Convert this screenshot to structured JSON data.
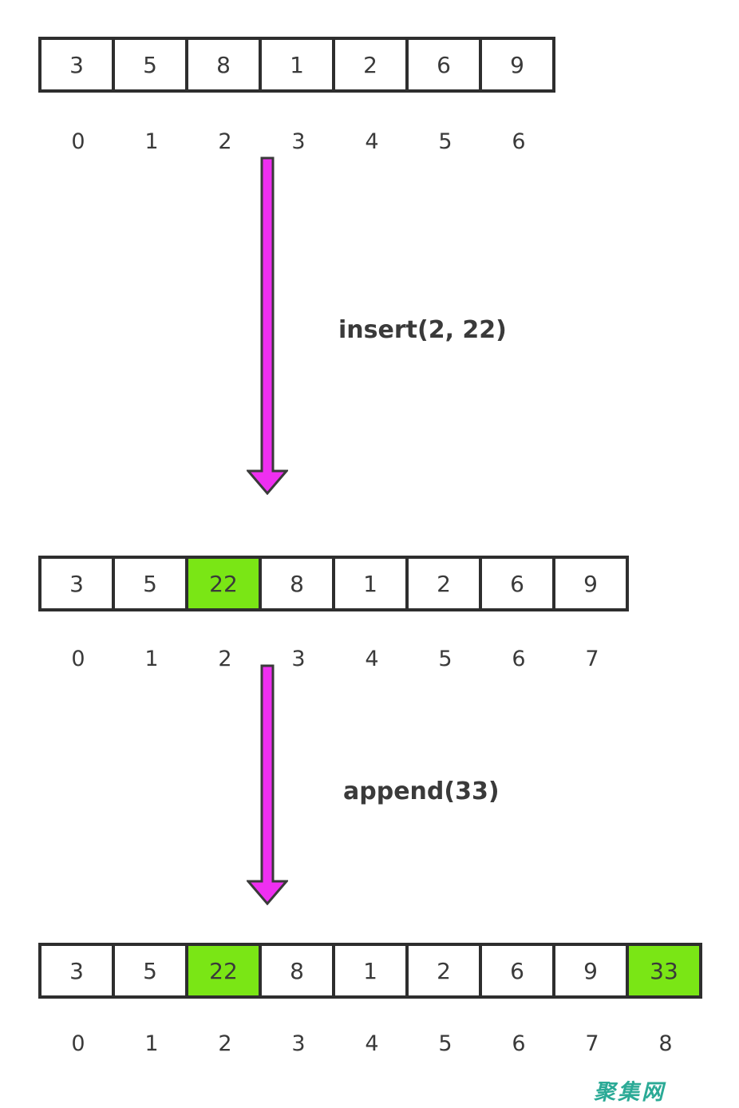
{
  "colors": {
    "border": "#2e2e2e",
    "text": "#3a3a3a",
    "cell_bg": "#ffffff",
    "highlight_green": "#7ae615",
    "arrow_fill": "#ee2ff0",
    "arrow_outline": "#3a3a3a",
    "watermark": "#2baa96"
  },
  "arrays": [
    {
      "cells": [
        {
          "value": "3",
          "highlight": false
        },
        {
          "value": "5",
          "highlight": false
        },
        {
          "value": "8",
          "highlight": false
        },
        {
          "value": "1",
          "highlight": false
        },
        {
          "value": "2",
          "highlight": false
        },
        {
          "value": "6",
          "highlight": false
        },
        {
          "value": "9",
          "highlight": false
        }
      ],
      "indices": [
        "0",
        "1",
        "2",
        "3",
        "4",
        "5",
        "6"
      ]
    },
    {
      "cells": [
        {
          "value": "3",
          "highlight": false
        },
        {
          "value": "5",
          "highlight": false
        },
        {
          "value": "22",
          "highlight": true
        },
        {
          "value": "8",
          "highlight": false
        },
        {
          "value": "1",
          "highlight": false
        },
        {
          "value": "2",
          "highlight": false
        },
        {
          "value": "6",
          "highlight": false
        },
        {
          "value": "9",
          "highlight": false
        }
      ],
      "indices": [
        "0",
        "1",
        "2",
        "3",
        "4",
        "5",
        "6",
        "7"
      ]
    },
    {
      "cells": [
        {
          "value": "3",
          "highlight": false
        },
        {
          "value": "5",
          "highlight": false
        },
        {
          "value": "22",
          "highlight": true
        },
        {
          "value": "8",
          "highlight": false
        },
        {
          "value": "1",
          "highlight": false
        },
        {
          "value": "2",
          "highlight": false
        },
        {
          "value": "6",
          "highlight": false
        },
        {
          "value": "9",
          "highlight": false
        },
        {
          "value": "33",
          "highlight": true
        }
      ],
      "indices": [
        "0",
        "1",
        "2",
        "3",
        "4",
        "5",
        "6",
        "7",
        "8"
      ]
    }
  ],
  "operations": [
    {
      "label": "insert(2, 22)"
    },
    {
      "label": "append(33)"
    }
  ],
  "watermark": {
    "text": "聚集网"
  }
}
